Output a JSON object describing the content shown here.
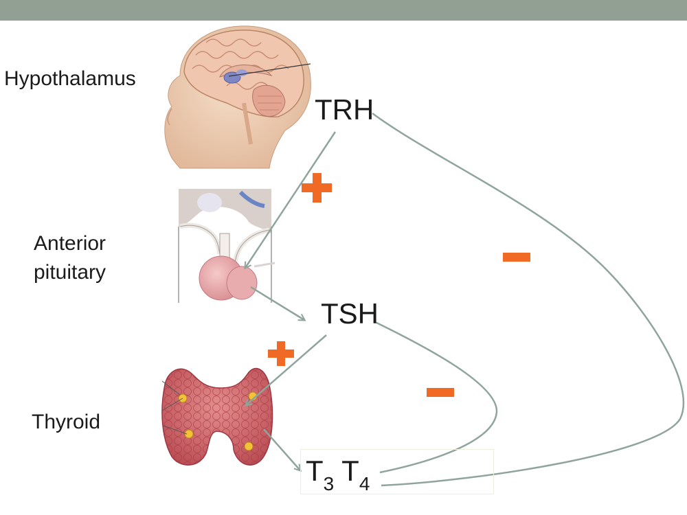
{
  "labels": {
    "hypothalamus": "Hypothalamus",
    "anterior": "Anterior",
    "pituitary": "pituitary",
    "thyroid": "Thyroid"
  },
  "hormones": {
    "trh": "TRH",
    "tsh": "TSH",
    "t3_letter": "T",
    "t3_sub": "3",
    "t4_letter": "T",
    "t4_sub": "4"
  },
  "colors": {
    "header_bar": "#929f93",
    "arrow": "#8fa49b",
    "sign": "#f06a25"
  },
  "icons": [
    "head-brain-illustration",
    "pituitary-gland-illustration",
    "thyroid-gland-illustration",
    "plus-icon",
    "minus-icon"
  ]
}
